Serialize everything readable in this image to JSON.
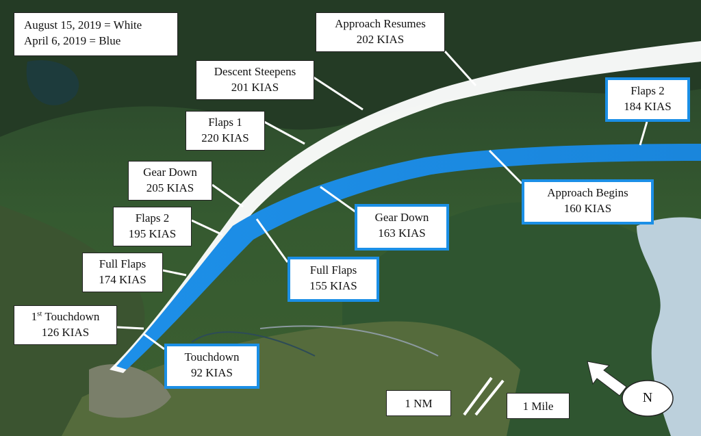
{
  "legend": {
    "line1": "August 15, 2019 = White",
    "line2": "April 6, 2019 = Blue"
  },
  "colors": {
    "white_track": "#ffffff",
    "blue_track": "#1b8fe6",
    "label_border_blue": "#1b8fe6"
  },
  "white_labels": [
    {
      "title": "Approach Resumes",
      "speed": "202 KIAS"
    },
    {
      "title": "Descent Steepens",
      "speed": "201 KIAS"
    },
    {
      "title": "Flaps 1",
      "speed": "220 KIAS"
    },
    {
      "title": "Gear Down",
      "speed": "205 KIAS"
    },
    {
      "title": "Flaps 2",
      "speed": "195 KIAS"
    },
    {
      "title": "Full Flaps",
      "speed": "174 KIAS"
    },
    {
      "title_prefix": "1",
      "title_sup": "st",
      "title_rest": " Touchdown",
      "speed": "126 KIAS"
    }
  ],
  "blue_labels": [
    {
      "title": "Flaps 2",
      "speed": "184 KIAS"
    },
    {
      "title": "Approach Begins",
      "speed": "160 KIAS"
    },
    {
      "title": "Gear Down",
      "speed": "163 KIAS"
    },
    {
      "title": "Full Flaps",
      "speed": "155 KIAS"
    },
    {
      "title": "Touchdown",
      "speed": "92 KIAS"
    }
  ],
  "scale": {
    "nm_label": "1 NM",
    "mile_label": "1 Mile"
  },
  "north": {
    "label": "N",
    "arrow_icon": "north-arrow-icon"
  }
}
